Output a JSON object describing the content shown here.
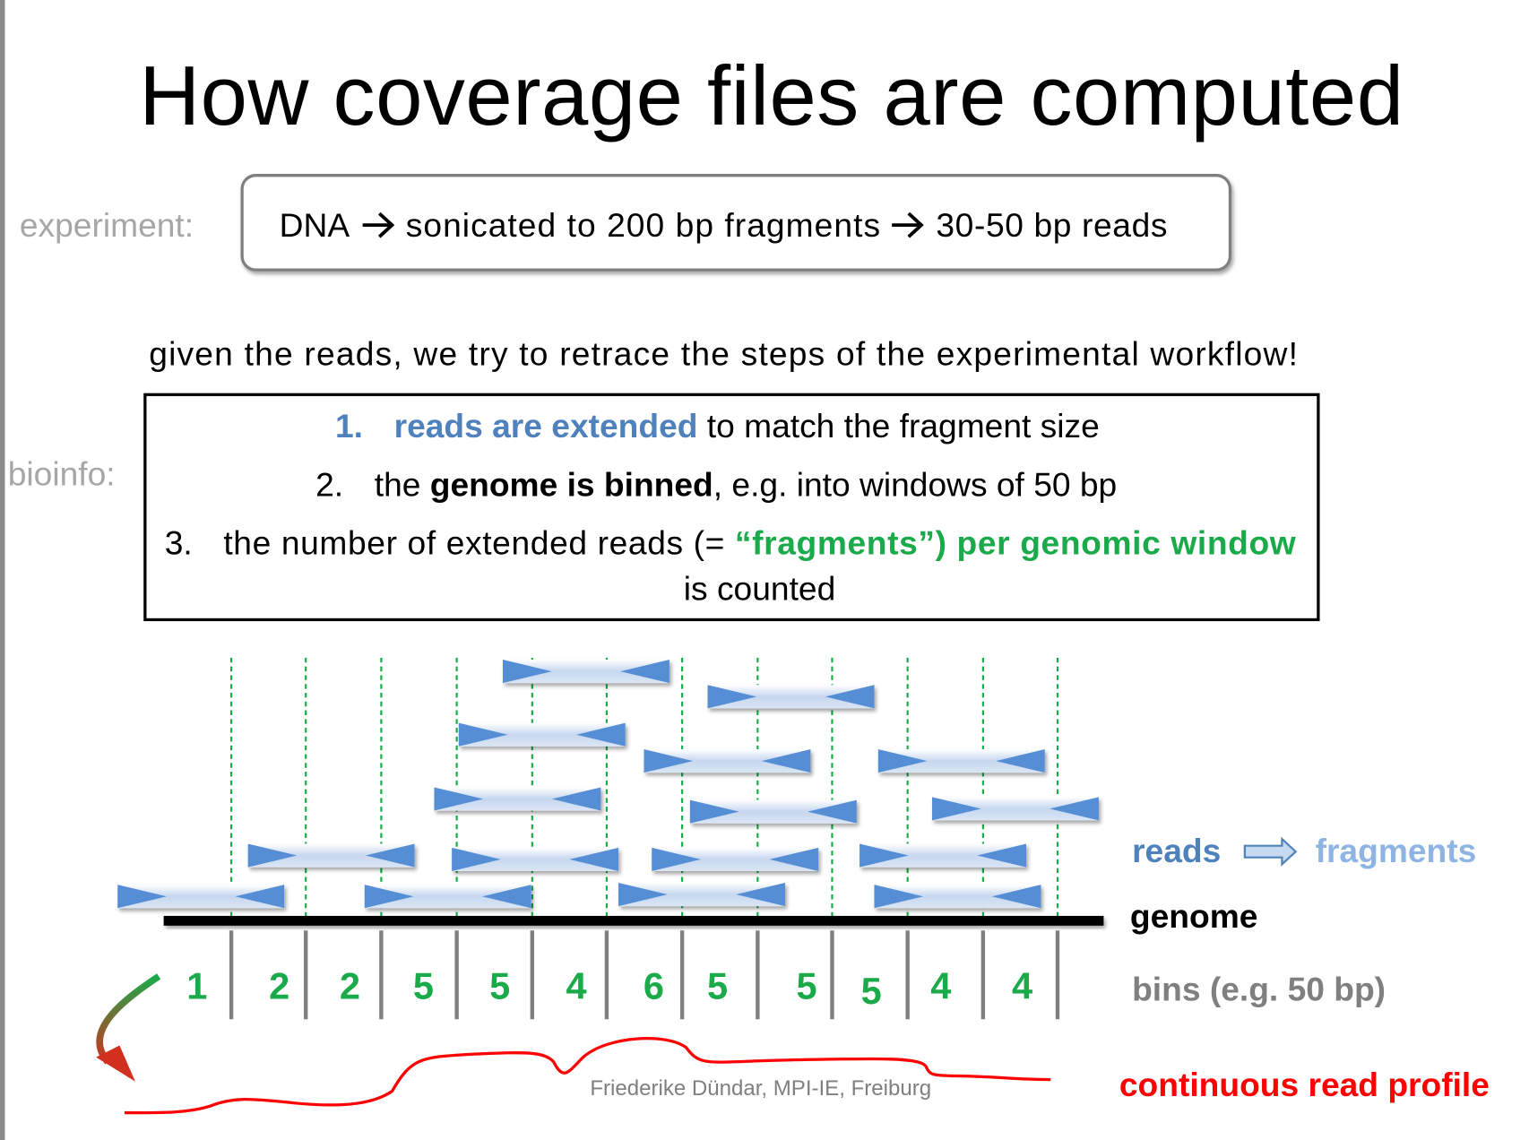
{
  "title": "How coverage files are computed",
  "experiment": {
    "label": "experiment:",
    "part1": "DNA",
    "part2": "sonicated to 200 bp fragments",
    "part3": "30-50 bp reads"
  },
  "intro": "given the reads, we try to retrace the steps of the experimental workflow!",
  "bioinfo": {
    "label": "bioinfo:",
    "step1": {
      "num": "1.",
      "highlight": "reads are extended",
      "rest": " to match the fragment size"
    },
    "step2": {
      "num": "2.",
      "pre": "the ",
      "bold": "genome is binned",
      "rest": ", e.g. into windows of 50 bp"
    },
    "step3": {
      "num": "3.",
      "pre": "the number of extended reads (= ",
      "highlight": "“fragments”) per genomic window",
      "line2": "is counted"
    }
  },
  "diagram": {
    "bin_counts": [
      "1",
      "2",
      "2",
      "5",
      "5",
      "4",
      "6",
      "5",
      "5",
      "5",
      "4",
      "4"
    ],
    "legend_reads": "reads",
    "legend_fragments": "fragments",
    "genome_label": "genome",
    "bins_label": "bins (e.g. 50 bp)",
    "profile_label": "continuous read profile"
  },
  "footer": "Friederike Dündar, MPI-IE, Freiburg",
  "colors": {
    "blue": "#4f81bd",
    "light_blue": "#8eb4e3",
    "green": "#1aaa4a",
    "red": "#ff0000",
    "gray": "#7f7f7f"
  }
}
